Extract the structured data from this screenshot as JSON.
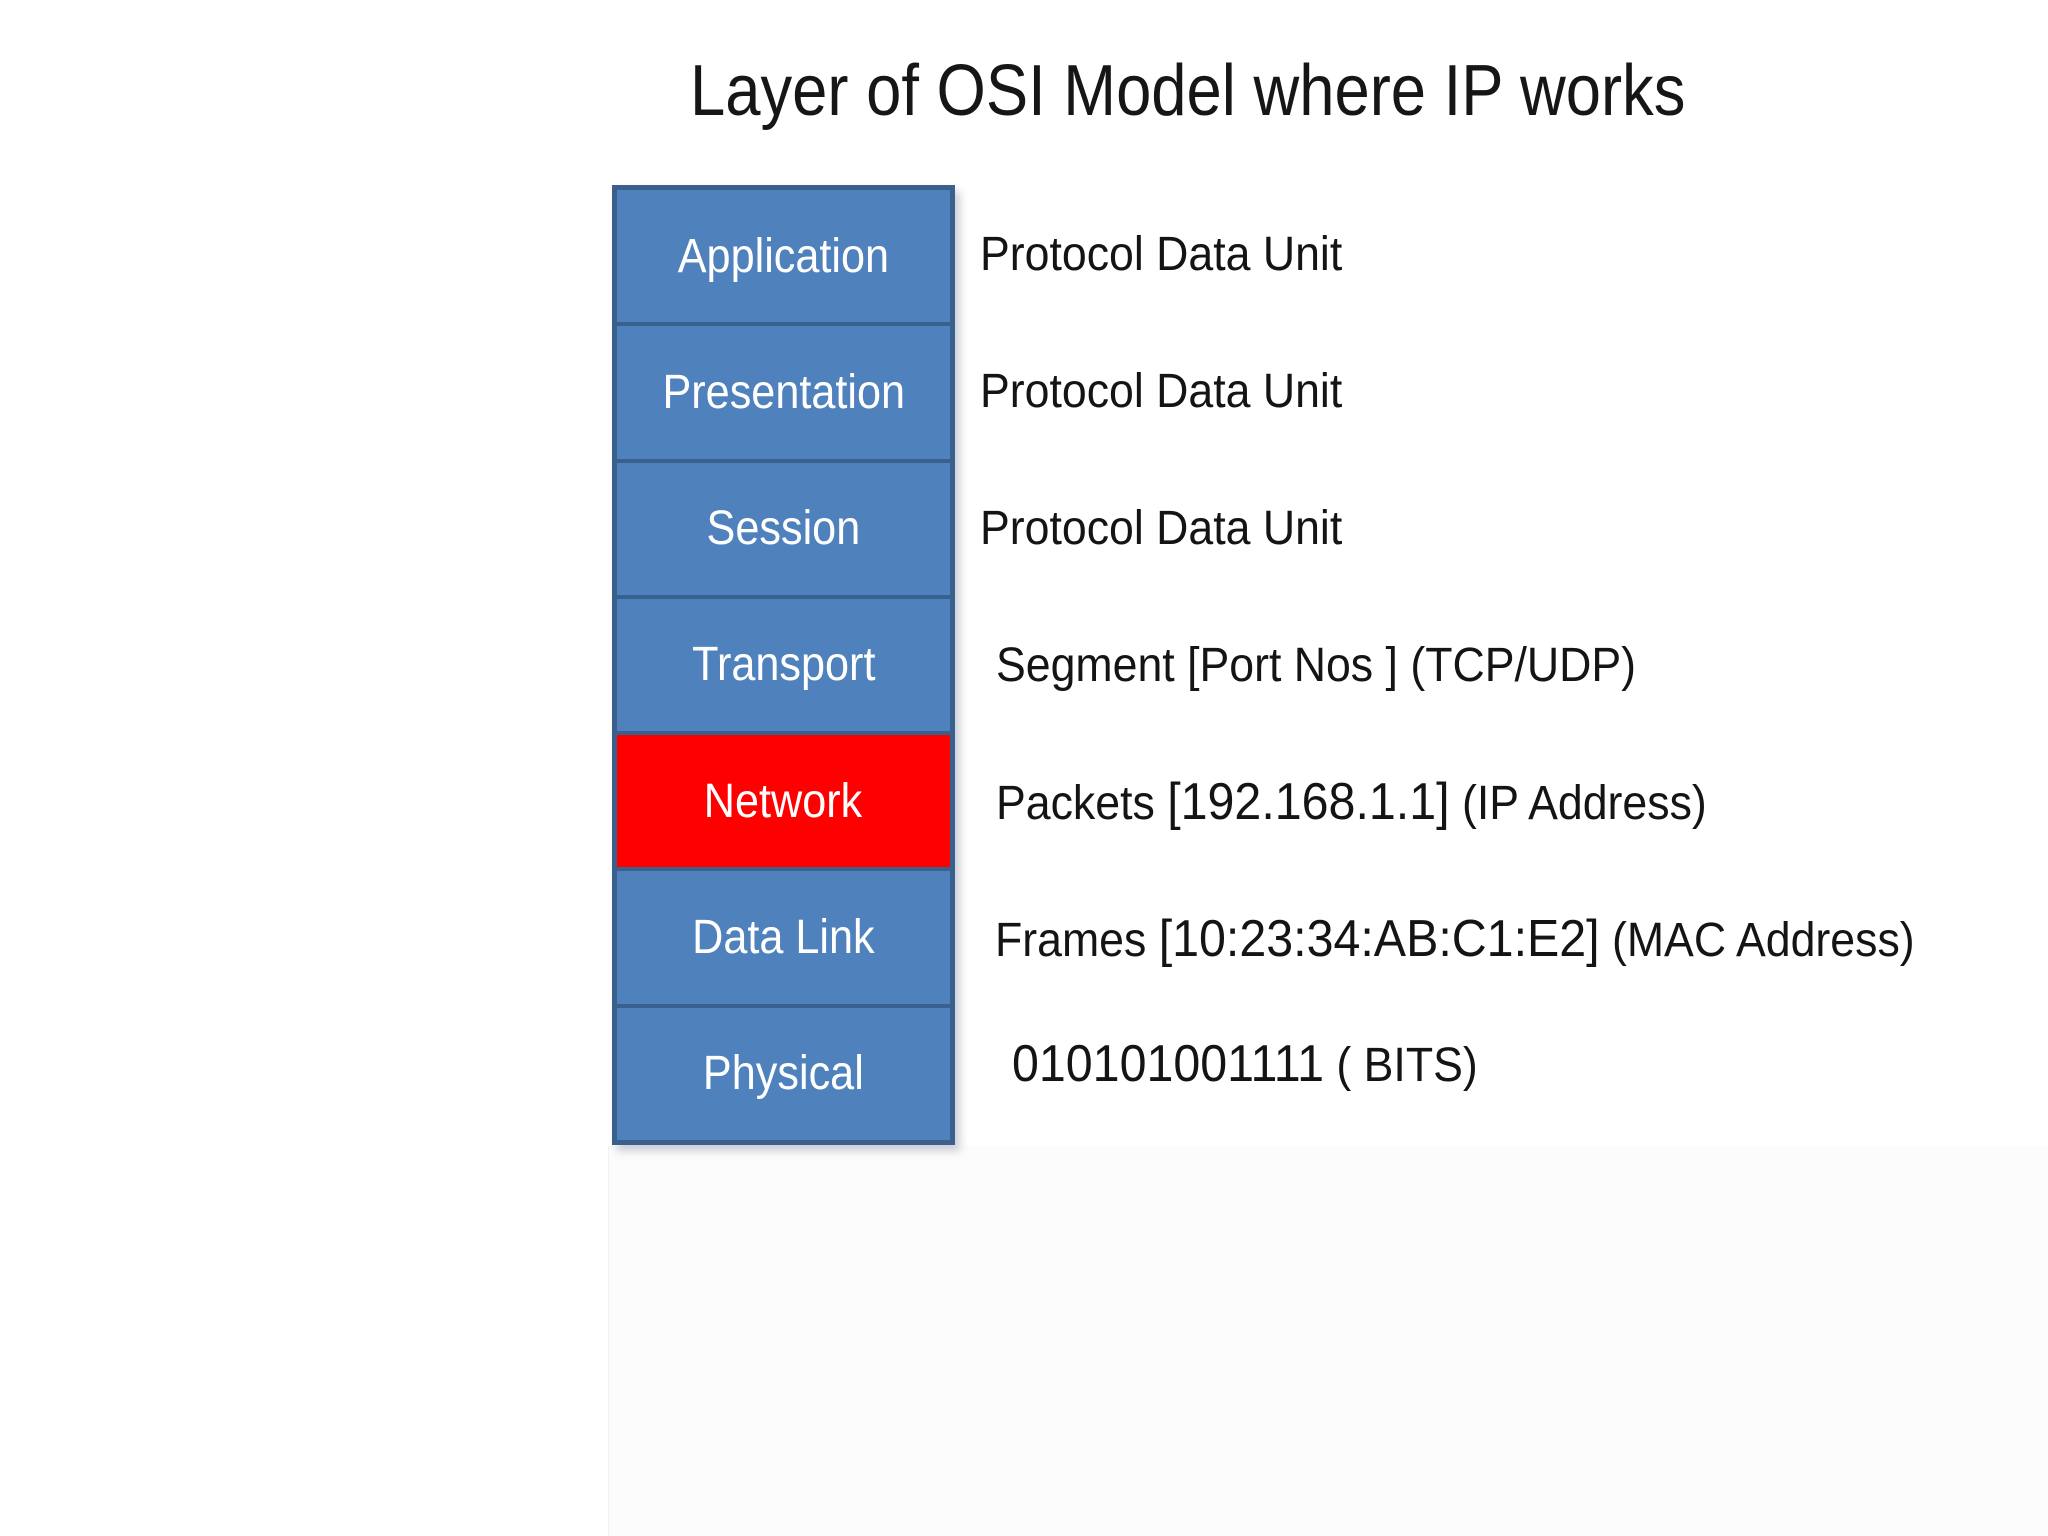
{
  "title": "Layer of OSI Model where IP works",
  "colors": {
    "layer_fill": "#4f81bd",
    "layer_border": "#3a618e",
    "highlight_fill": "#ff0000",
    "layer_text": "#ffffff",
    "annotation_text": "#141414"
  },
  "layers": [
    {
      "label": "Application",
      "highlighted": false,
      "annotation": {
        "pre": "Protocol Data Unit",
        "value": "",
        "post": ""
      }
    },
    {
      "label": "Presentation",
      "highlighted": false,
      "annotation": {
        "pre": "Protocol Data Unit",
        "value": "",
        "post": ""
      }
    },
    {
      "label": "Session",
      "highlighted": false,
      "annotation": {
        "pre": "Protocol Data Unit",
        "value": "",
        "post": ""
      }
    },
    {
      "label": "Transport",
      "highlighted": false,
      "annotation": {
        "pre": "Segment [Port Nos ] (TCP/UDP)",
        "value": "",
        "post": ""
      }
    },
    {
      "label": "Network",
      "highlighted": true,
      "annotation": {
        "pre": "Packets ",
        "value": "[192.168.1.1]",
        "post": " (IP Address)"
      }
    },
    {
      "label": "Data Link",
      "highlighted": false,
      "annotation": {
        "pre": "Frames ",
        "value": "[10:23:34:AB:C1:E2]",
        "post": " (MAC Address)"
      }
    },
    {
      "label": "Physical",
      "highlighted": false,
      "annotation": {
        "pre": "",
        "value": "010101001111",
        "post": " ( BITS)"
      }
    }
  ]
}
